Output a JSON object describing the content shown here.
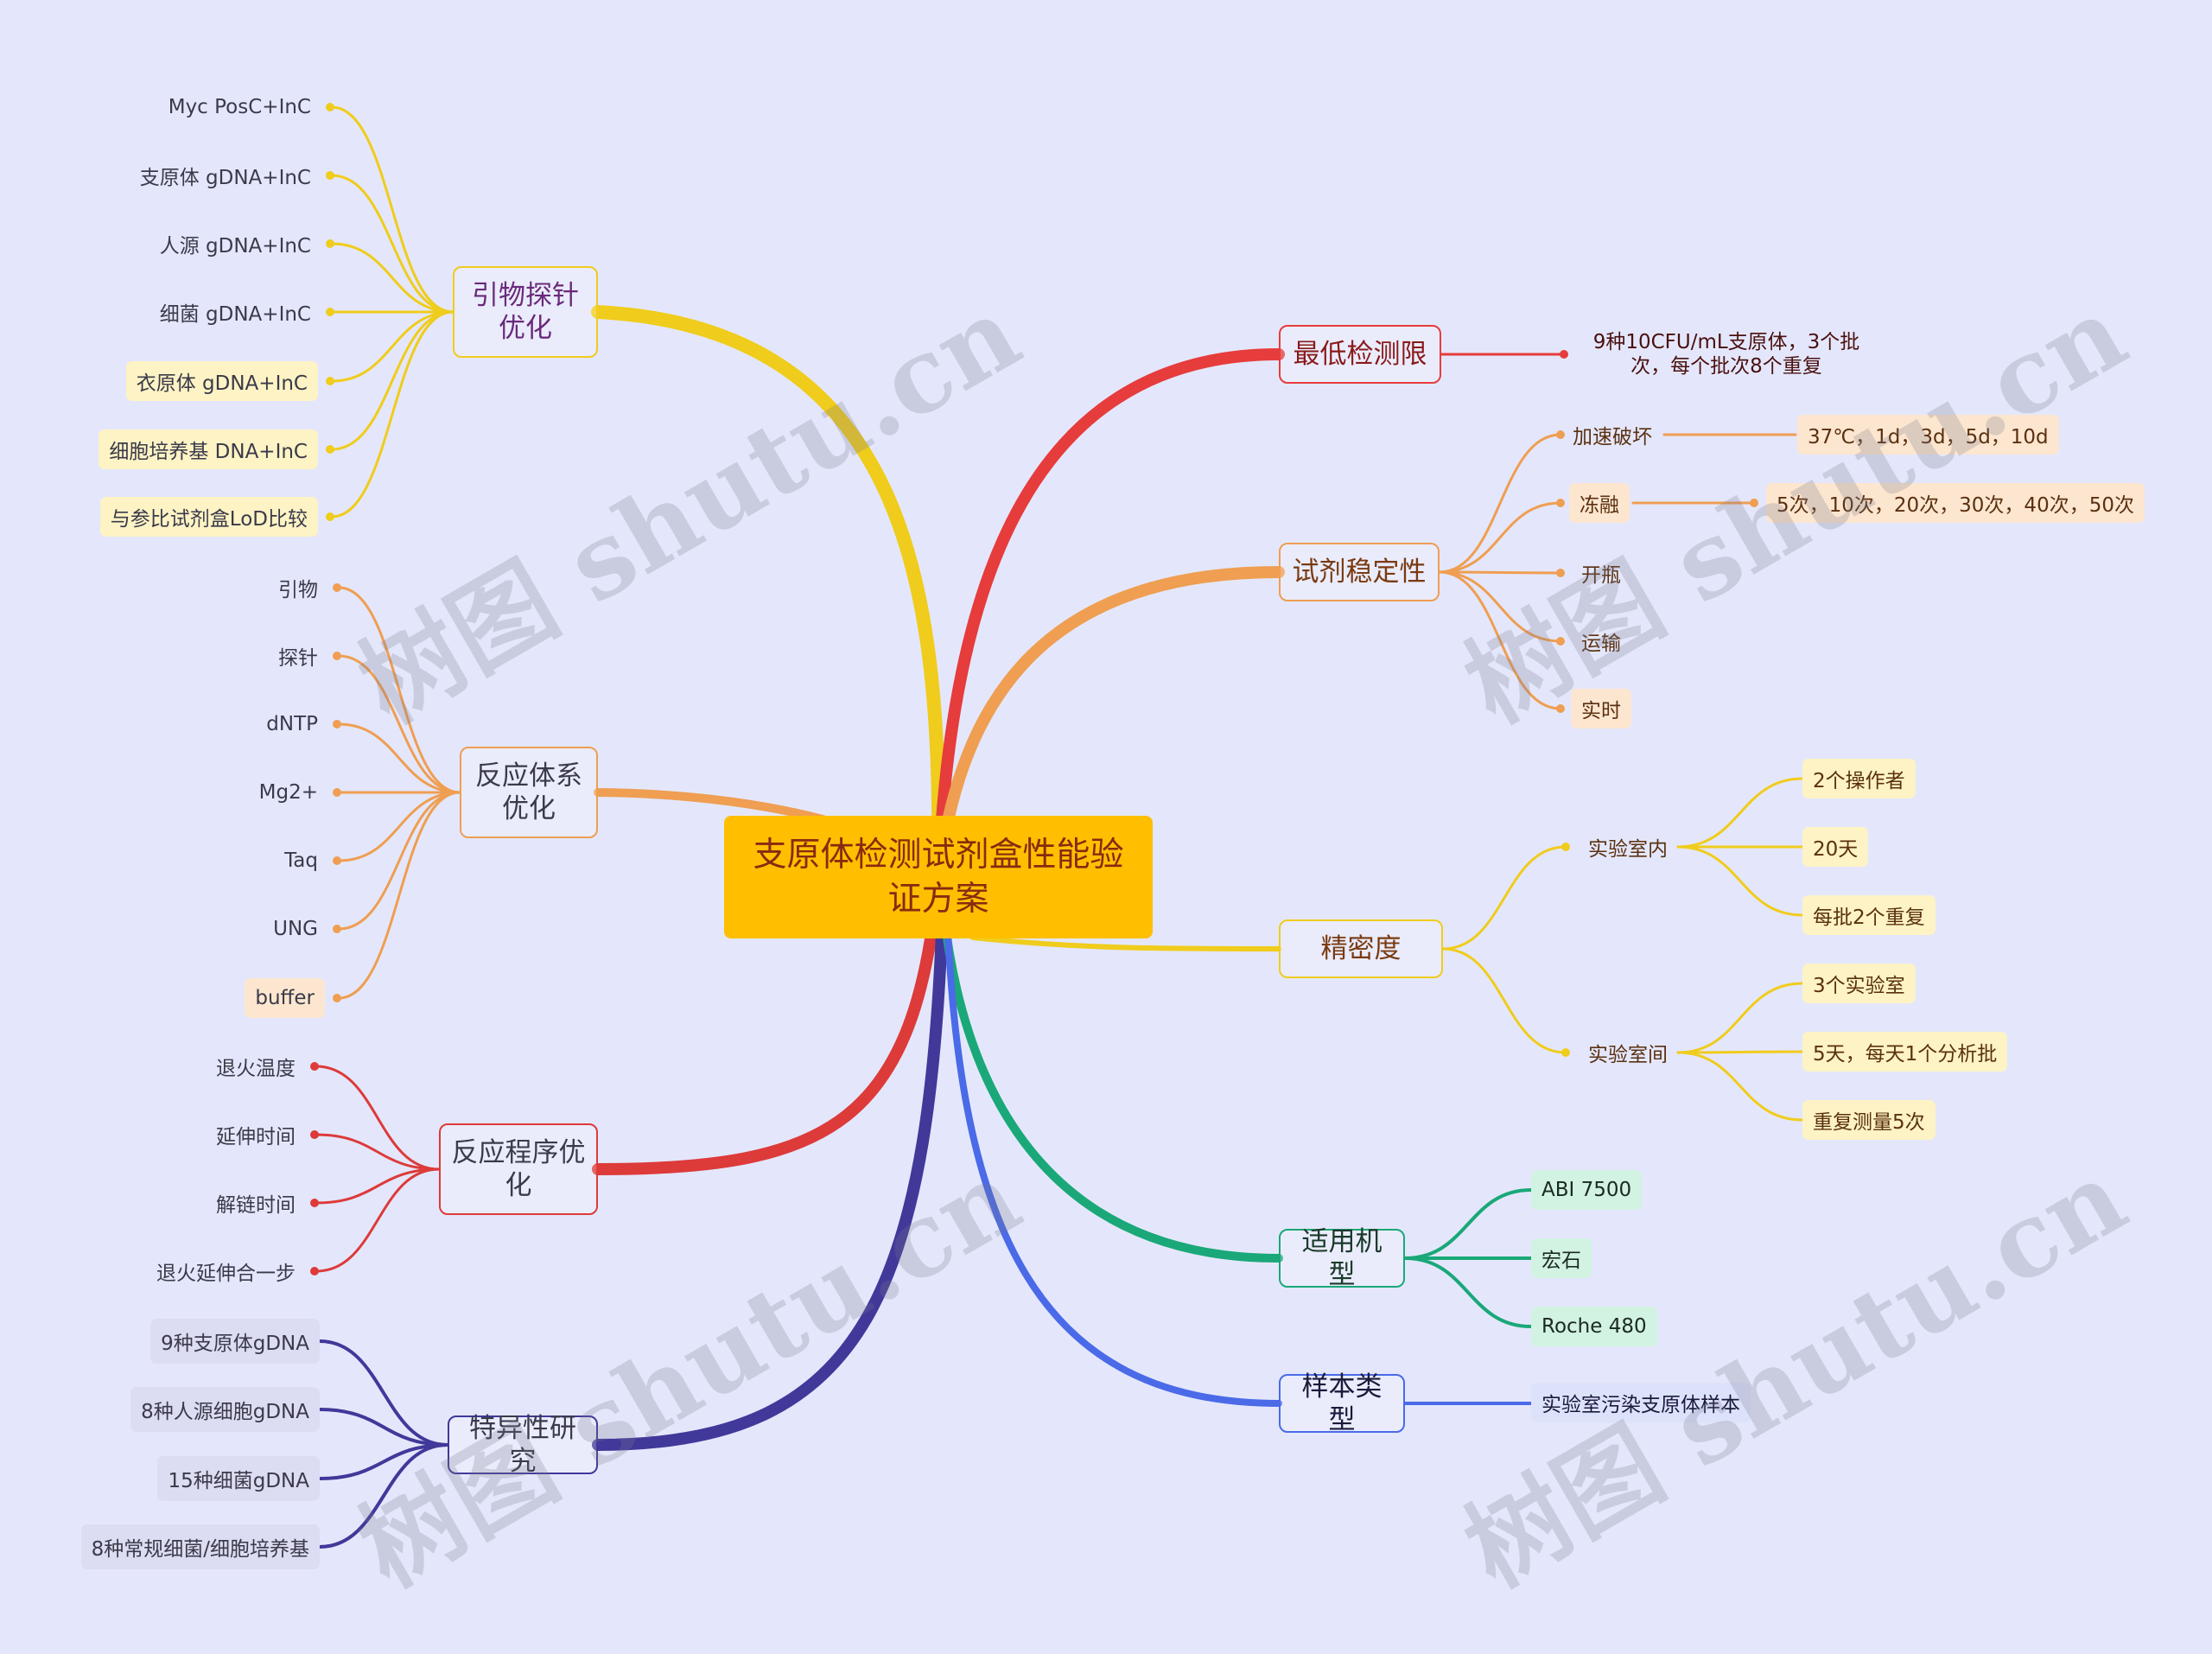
{
  "root": {
    "label": "支原体检测试剂盒性能验证方案"
  },
  "watermark": "树图 shutu.cn",
  "branches": [
    {
      "key": "primer",
      "label": "引物探针优化",
      "color": "#f0cc1c",
      "leaves": [
        "Myc PosC+InC",
        "支原体 gDNA+InC",
        "人源 gDNA+InC",
        "细菌 gDNA+InC",
        "衣原体 gDNA+InC",
        "细胞培养基 DNA+InC",
        "与参比试剂盒LoD比较"
      ]
    },
    {
      "key": "reaction-system",
      "label": "反应体系优化",
      "color": "#ef9e52",
      "leaves": [
        "引物",
        "探针",
        "dNTP",
        "Mg2+",
        "Taq",
        "UNG",
        "buffer"
      ]
    },
    {
      "key": "reaction-program",
      "label": "反应程序优化",
      "color": "#dd3a3a",
      "leaves": [
        "退火温度",
        "延伸时间",
        "解链时间",
        "退火延伸合一步"
      ]
    },
    {
      "key": "specificity",
      "label": "特异性研究",
      "color": "#40399a",
      "leaves": [
        "9种支原体gDNA",
        "8种人源细胞gDNA",
        "15种细菌gDNA",
        "8种常规细菌/细胞培养基"
      ]
    },
    {
      "key": "lod",
      "label": "最低检测限",
      "color": "#e63c3c",
      "leaves": [
        "9种10CFU/mL支原体，3个批次，每个批次8个重复"
      ]
    },
    {
      "key": "stability",
      "label": "试剂稳定性",
      "color": "#ef9e52",
      "leaves": [
        "加速破坏",
        "冻融",
        "开瓶",
        "运输",
        "实时"
      ],
      "details": [
        "37℃，1d，3d，5d，10d",
        "5次，10次，20次，30次，40次，50次"
      ]
    },
    {
      "key": "precision",
      "label": "精密度",
      "color": "#f0cc1c",
      "groups": [
        {
          "label": "实验室内",
          "items": [
            "2个操作者",
            "20天",
            "每批2个重复"
          ]
        },
        {
          "label": "实验室间",
          "items": [
            "3个实验室",
            "5天，每天1个分析批",
            "重复测量5次"
          ]
        }
      ]
    },
    {
      "key": "instrument",
      "label": "适用机型",
      "color": "#1aa878",
      "leaves": [
        "ABI 7500",
        "宏石",
        "Roche 480"
      ]
    },
    {
      "key": "sample",
      "label": "样本类型",
      "color": "#4a6ae8",
      "leaves": [
        "实验室污染支原体样本"
      ]
    }
  ]
}
